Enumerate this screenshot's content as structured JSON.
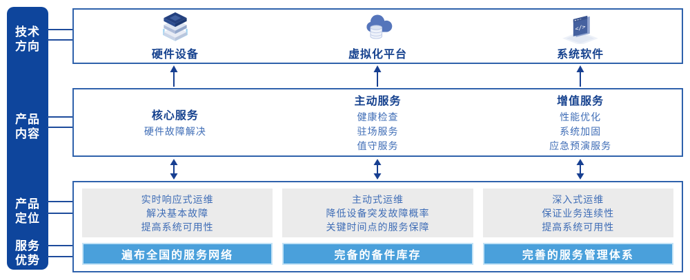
{
  "colors": {
    "sidebar_blue": "#0e459c",
    "box_border_blue": "#2e61ab",
    "title_navy": "#15418e",
    "body_text_blue": "#3f6db6",
    "advantage_bar_blue": "#4aa0db",
    "advantage_bar_border": "#c4e3f6",
    "panel_gray": "#ebebeb",
    "arrow_navy": "#173f91"
  },
  "sidebar": {
    "items": [
      {
        "label": "技术\n方向"
      },
      {
        "label": "产品\n内容"
      },
      {
        "label": "产品\n定位"
      },
      {
        "label": "服务\n优势"
      }
    ]
  },
  "tech_row": {
    "columns": [
      {
        "icon": "server-stack-icon",
        "label": "硬件设备"
      },
      {
        "icon": "cloud-database-icon",
        "label": "虚拟化平台"
      },
      {
        "icon": "code-window-icon",
        "label": "系统软件"
      }
    ]
  },
  "content_row": {
    "columns": [
      {
        "title": "核心服务",
        "items": [
          "硬件故障解决"
        ]
      },
      {
        "title": "主动服务",
        "items": [
          "健康检查",
          "驻场服务",
          "值守服务"
        ]
      },
      {
        "title": "增值服务",
        "items": [
          "性能优化",
          "系统加固",
          "应急预演服务"
        ]
      }
    ]
  },
  "bottom_row": {
    "columns": [
      {
        "positioning": [
          "实时响应式运维",
          "解决基本故障",
          "提高系统可用性"
        ],
        "advantage": "遍布全国的服务网络"
      },
      {
        "positioning": [
          "主动式运维",
          "降低设备突发故障概率",
          "关键时间点的服务保障"
        ],
        "advantage": "完备的备件库存"
      },
      {
        "positioning": [
          "深入式运维",
          "保证业务连续性",
          "提高系统可用性"
        ],
        "advantage": "完善的服务管理体系"
      }
    ]
  }
}
